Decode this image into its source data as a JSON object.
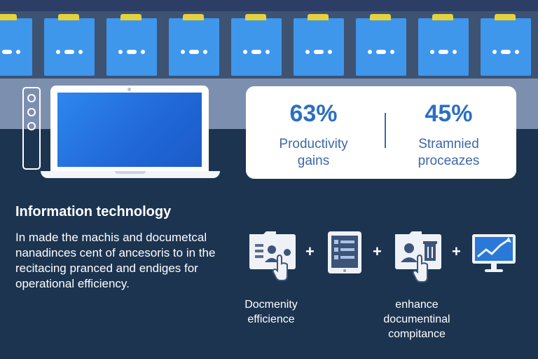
{
  "stats": [
    {
      "value": "63%",
      "label_line1": "Productivity",
      "label_line2": "gains"
    },
    {
      "value": "45%",
      "label_line1": "Stramnied",
      "label_line2": "proceazes"
    }
  ],
  "section": {
    "title": "Information technology",
    "body_lines": [
      "In made the machis and documetcal",
      "nanadinces cent of ancesoris to in the",
      "recitacing pranced and endiges for",
      "operational efficiency."
    ]
  },
  "workflow": {
    "icons": [
      "document-touch-icon",
      "tablet-icon",
      "document-trash-icon",
      "growth-chart-icon"
    ],
    "separator": "+",
    "captions": [
      {
        "lines": [
          "Docmenity",
          "efficience"
        ]
      },
      {
        "lines": [
          "enhance",
          "documentinal",
          "compitance"
        ]
      }
    ]
  },
  "colors": {
    "background": "#1c3450",
    "folder_blue": "#3f97ec",
    "folder_tab": "#e6d23a",
    "accent_blue": "#2c6fc2"
  }
}
